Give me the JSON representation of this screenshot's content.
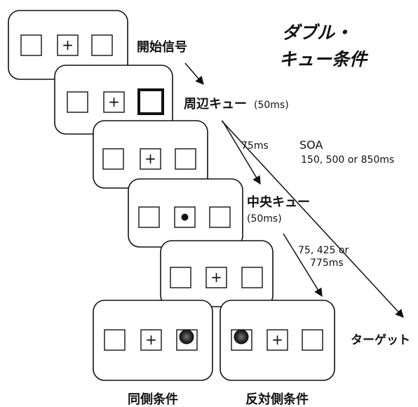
{
  "title": {
    "line1": "ダブル・",
    "line2": "キュー条件"
  },
  "labels": {
    "start_signal": "開始信号",
    "peripheral_cue": "周辺キュー",
    "peripheral_cue_dur": "(50ms)",
    "interval_1": "75ms",
    "soa": "SOA",
    "soa_values": "150, 500 or 850ms",
    "central_cue": "中央キュー",
    "central_cue_dur": "(50ms)",
    "interval_2_line1": "75, 425 or",
    "interval_2_line2": "775ms",
    "target": "ターゲット",
    "same_side": "同側条件",
    "opposite_side": "反対側条件"
  },
  "symbols": {
    "fixation": "+"
  },
  "frames": [
    {
      "id": "start",
      "center": "fixation"
    },
    {
      "id": "peripheral-cue",
      "center": "fixation",
      "highlight": "right"
    },
    {
      "id": "delay",
      "center": "fixation"
    },
    {
      "id": "central-cue",
      "center": "dot"
    },
    {
      "id": "wait",
      "center": "fixation"
    },
    {
      "id": "target-same",
      "center": "fixation",
      "target": "right"
    },
    {
      "id": "target-opposite",
      "center": "fixation",
      "target": "left"
    }
  ],
  "colors": {
    "ink": "#111111",
    "background": "#ffffff"
  }
}
